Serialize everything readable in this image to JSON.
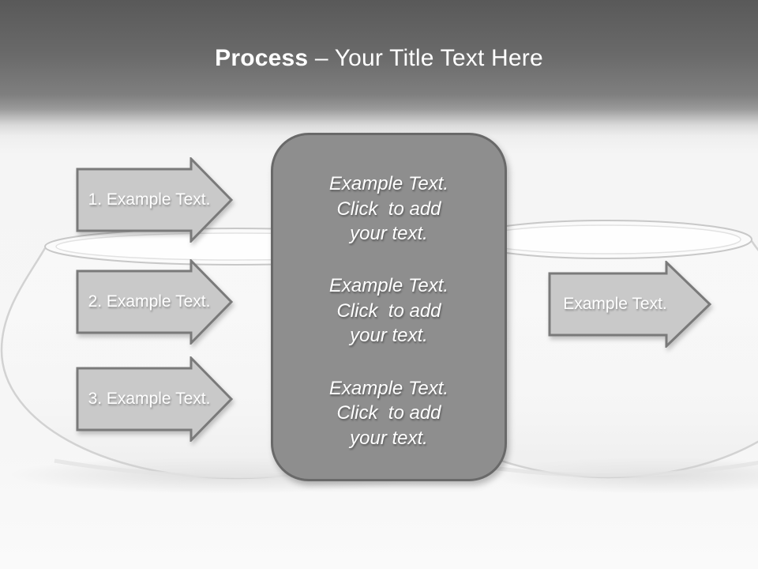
{
  "slide": {
    "title": {
      "emphasis": "Process",
      "rest": " – Your Title Text Here"
    }
  },
  "left_arrows": [
    {
      "label": "1. Example Text."
    },
    {
      "label": "2. Example Text."
    },
    {
      "label": "3. Example Text."
    }
  ],
  "center_box": {
    "groups": [
      {
        "lines": [
          "Example Text.",
          "Click  to add",
          "your text."
        ]
      },
      {
        "lines": [
          "Example Text.",
          "Click  to add",
          "your text."
        ]
      },
      {
        "lines": [
          "Example Text.",
          "Click  to add",
          "your text."
        ]
      }
    ]
  },
  "right_arrow": {
    "label": "Example Text."
  },
  "colors": {
    "header_dark": "#595959",
    "header_mid": "#7f7f7f",
    "background_light": "#f6f6f6",
    "arrow_fill": "#c9c9c9",
    "arrow_border": "#7a7a7a",
    "box_fill": "#8e8e8e",
    "box_border": "#696969",
    "text": "#ffffff",
    "bowl_stroke": "#d2d2d2"
  }
}
